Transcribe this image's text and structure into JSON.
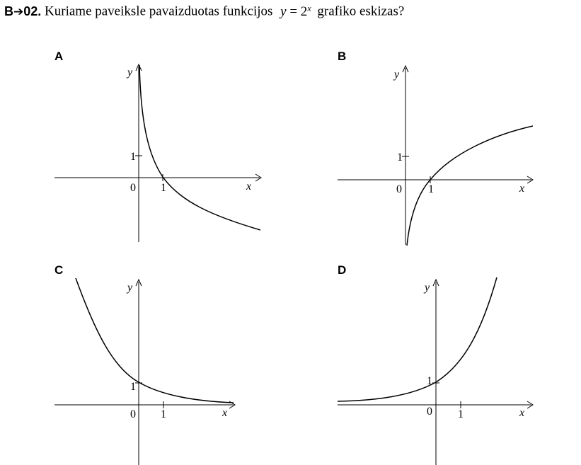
{
  "question": {
    "id_prefix": "B",
    "arrow": "➔",
    "id_number": "02.",
    "text": "Kuriame paveiksle pavaizduotas funkcijos",
    "formula_y": "y",
    "formula_eq": " = 2",
    "formula_exp": "x",
    "text_after": "grafiko eskizas?"
  },
  "options": [
    {
      "label": "A",
      "x_label": "x",
      "y_label": "y",
      "origin_label": "0",
      "unit_x_label": "1",
      "unit_y_label": "1"
    },
    {
      "label": "B",
      "x_label": "x",
      "y_label": "y",
      "origin_label": "0",
      "unit_x_label": "1",
      "unit_y_label": "1"
    },
    {
      "label": "C",
      "x_label": "x",
      "y_label": "y",
      "origin_label": "0",
      "unit_x_label": "1",
      "unit_y_label": "1"
    },
    {
      "label": "D",
      "x_label": "x",
      "y_label": "y",
      "origin_label": "0",
      "unit_x_label": "1",
      "unit_y_label": "1"
    }
  ]
}
